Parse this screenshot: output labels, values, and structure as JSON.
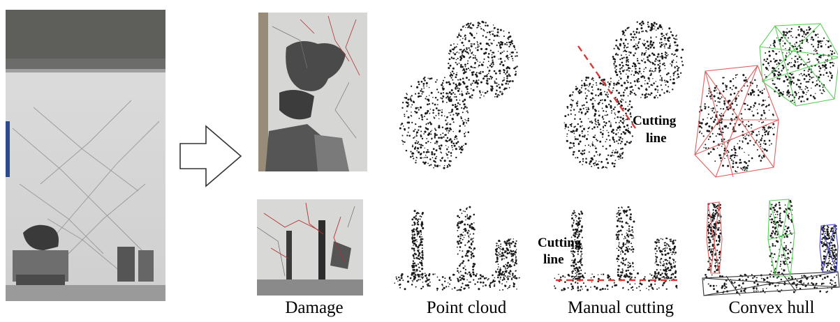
{
  "captions": {
    "damage": "Damage",
    "point_cloud": "Point cloud",
    "manual_cutting": "Manual cutting",
    "convex_hull": "Convex hull"
  },
  "annotations": {
    "cutting_top_1": "Cutting",
    "cutting_top_2": "line",
    "cutting_bottom_1": "Cutting",
    "cutting_bottom_2": "line"
  },
  "colors": {
    "cut_line": "#d83a3a",
    "hull_red": "#e06060",
    "hull_green": "#5ccf5c",
    "hull_blue": "#4a4ad0",
    "points": "#1a1a1a"
  }
}
